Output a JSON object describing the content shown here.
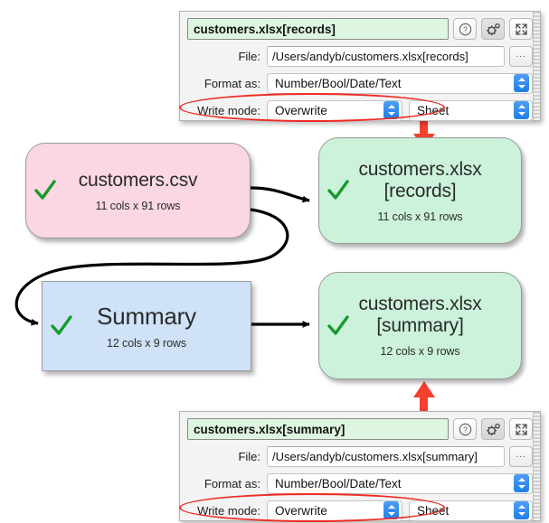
{
  "diagram": {
    "nodes": [
      {
        "id": "customers-csv",
        "title": "customers.csv",
        "sub": "11 cols x 91 rows",
        "status_icon": "green-check-icon",
        "color": "#fad7e3"
      },
      {
        "id": "customers-xlsx-records",
        "title": "customers.xlsx\n[records]",
        "sub": "11 cols x 91 rows",
        "status_icon": "green-check-icon",
        "color": "#ccf2dc"
      },
      {
        "id": "summary",
        "title": "Summary",
        "sub": "12 cols x 9 rows",
        "status_icon": "green-check-icon",
        "color": "#cfe2f7"
      },
      {
        "id": "customers-xlsx-summary",
        "title": "customers.xlsx\n[summary]",
        "sub": "12 cols x 9 rows",
        "status_icon": "green-check-icon",
        "color": "#ccf2dc"
      }
    ],
    "edges": [
      {
        "from": "customers-csv",
        "to": "customers-xlsx-records",
        "style": "black-arrow"
      },
      {
        "from": "customers-csv",
        "to": "summary",
        "style": "black-curved-arrow"
      },
      {
        "from": "summary",
        "to": "customers-xlsx-summary",
        "style": "black-arrow"
      }
    ],
    "callout_arrows": [
      {
        "target": "customers-xlsx-records",
        "direction": "down",
        "color": "#f4402f"
      },
      {
        "target": "customers-xlsx-summary",
        "direction": "up",
        "color": "#f4402f"
      }
    ],
    "colors": {
      "accent_red": "#ee2b24",
      "check_green": "#159b2c",
      "edge_black": "#000000"
    }
  },
  "panel_top": {
    "title": "customers.xlsx[records]",
    "help_icon": "question-circle-icon",
    "settings_icon": "gear-icon",
    "expand_icon": "expand-arrows-icon",
    "file": {
      "label": "File:",
      "value": "/Users/andyb/customers.xlsx[records]",
      "browse_label": "..."
    },
    "format_as": {
      "label": "Format as:",
      "value": "Number/Bool/Date/Text"
    },
    "write_mode": {
      "label": "Write mode:",
      "value": "Overwrite",
      "target_value": "Sheet"
    }
  },
  "panel_bottom": {
    "title": "customers.xlsx[summary]",
    "help_icon": "question-circle-icon",
    "settings_icon": "gear-icon",
    "expand_icon": "expand-arrows-icon",
    "file": {
      "label": "File:",
      "value": "/Users/andyb/customers.xlsx[summary]",
      "browse_label": "..."
    },
    "format_as": {
      "label": "Format as:",
      "value": "Number/Bool/Date/Text"
    },
    "write_mode": {
      "label": "Write mode:",
      "value": "Overwrite",
      "target_value": "Sheet"
    }
  }
}
